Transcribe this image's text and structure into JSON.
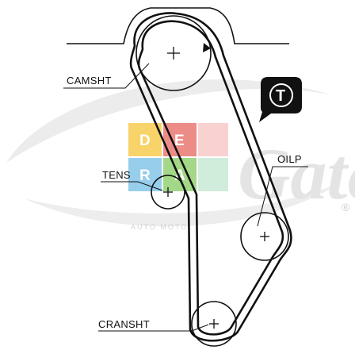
{
  "diagram": {
    "labels": {
      "camshaft": "CAMSHT",
      "tensioner": "TENS",
      "oil_pump": "OILP",
      "crankshaft": "CRANSHT"
    },
    "badge": {
      "letter": "T"
    },
    "watermark": {
      "brand_swash": "Gates",
      "registered": "®",
      "tiles": [
        "D",
        "E",
        "R",
        "A"
      ],
      "tile_colors": [
        "#f6c945",
        "#e8706a",
        "#7cc2e8",
        "#8ccf6a"
      ],
      "caption": "AUTO MOTO"
    },
    "colors": {
      "belt": "#111111",
      "badge_bg": "#111111",
      "swash": "#e4e4e4"
    }
  }
}
